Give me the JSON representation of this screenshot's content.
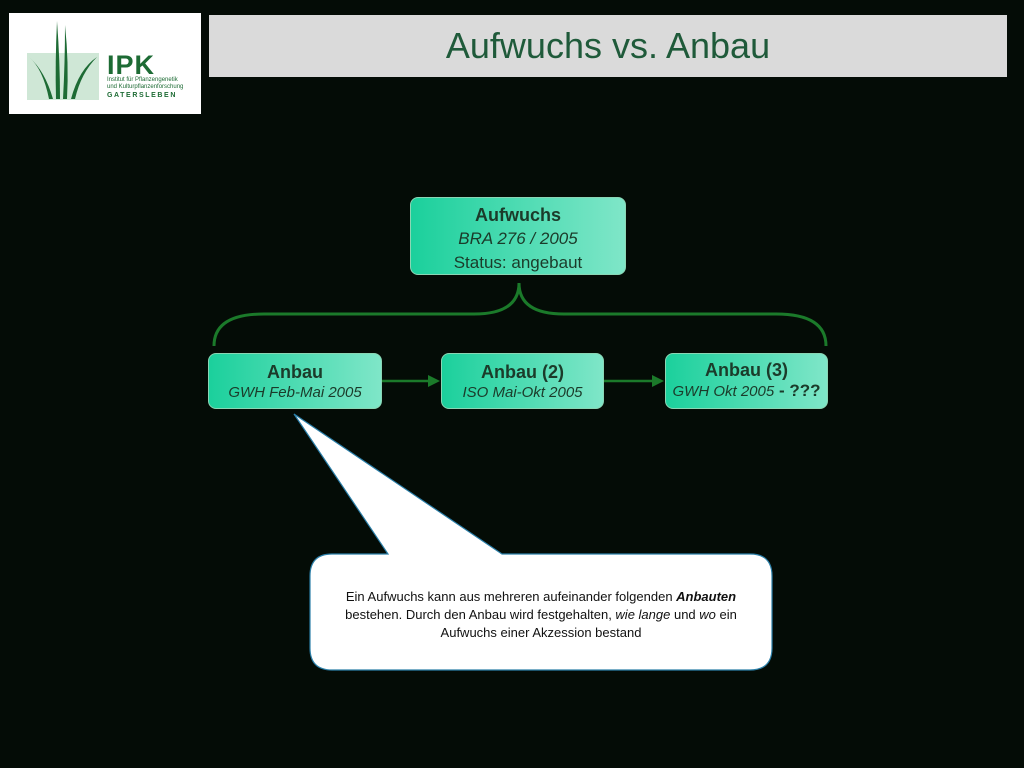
{
  "logo": {
    "name": "IPK",
    "line1": "Institut für Pflanzengenetik",
    "line2": "und Kulturpflanzenforschung",
    "place": "GATERSLEBEN"
  },
  "title": "Aufwuchs vs. Anbau",
  "colors": {
    "background": "#040c06",
    "title_bar": "#dadada",
    "title_text": "#1f5a3a",
    "node_gradient_start": "#1bd09c",
    "node_gradient_end": "#7fe6c8",
    "connector": "#1b7a2a",
    "callout_fill": "#ffffff"
  },
  "aufwuchs": {
    "name": "Aufwuchs",
    "sub": "BRA 276 / 2005",
    "status": "Status: angebaut"
  },
  "anbau_nodes": [
    {
      "name": "Anbau",
      "sub": "GWH Feb-Mai 2005",
      "tail": ""
    },
    {
      "name": "Anbau (2)",
      "sub": "ISO Mai-Okt 2005",
      "tail": ""
    },
    {
      "name": "Anbau (3)",
      "sub": "GWH Okt 2005",
      "tail": " - ???"
    }
  ],
  "callout": {
    "part1": "Ein Aufwuchs kann aus mehreren aufeinander folgenden ",
    "anbauten": "Anbauten",
    "part2": " bestehen. Durch den Anbau wird festgehalten, ",
    "wie_lange": "wie lange",
    "und": " und ",
    "wo": "wo",
    "part3": " ein Aufwuchs einer Akzession bestand"
  }
}
